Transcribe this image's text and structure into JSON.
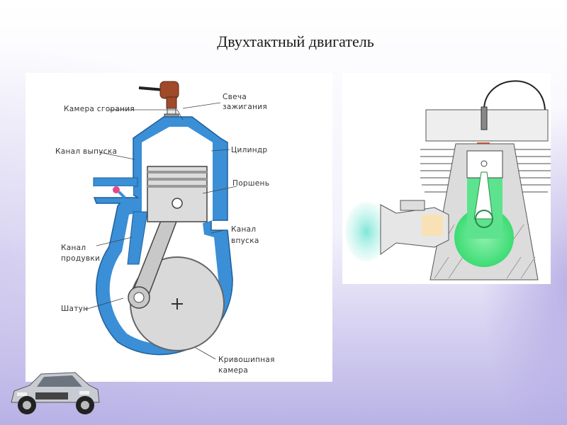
{
  "slide": {
    "title": "Двухтактный двигатель"
  },
  "colors": {
    "background_top": "#ffffff",
    "background_bottom": "#b9b2e6",
    "engine_blue": "#3a8fd6",
    "piston_gray": "#d8d8d8",
    "fuel_green": "#43e07a",
    "plug_brown": "#a04a2a"
  },
  "left_diagram": {
    "labels": {
      "combustion_chamber": "Камера сгорания",
      "spark_plug_line1": "Свеча",
      "spark_plug_line2": "зажигания",
      "exhaust_port": "Канал выпуска",
      "cylinder": "Цилиндр",
      "piston": "Поршень",
      "intake_port_line1": "Канал",
      "intake_port_line2": "впуска",
      "transfer_port_line1": "Канал",
      "transfer_port_line2": "продувки",
      "connecting_rod": "Шатун",
      "crankcase_line1": "Кривошипная",
      "crankcase_line2": "камера"
    }
  },
  "icons": {
    "decoration": "car-icon"
  }
}
